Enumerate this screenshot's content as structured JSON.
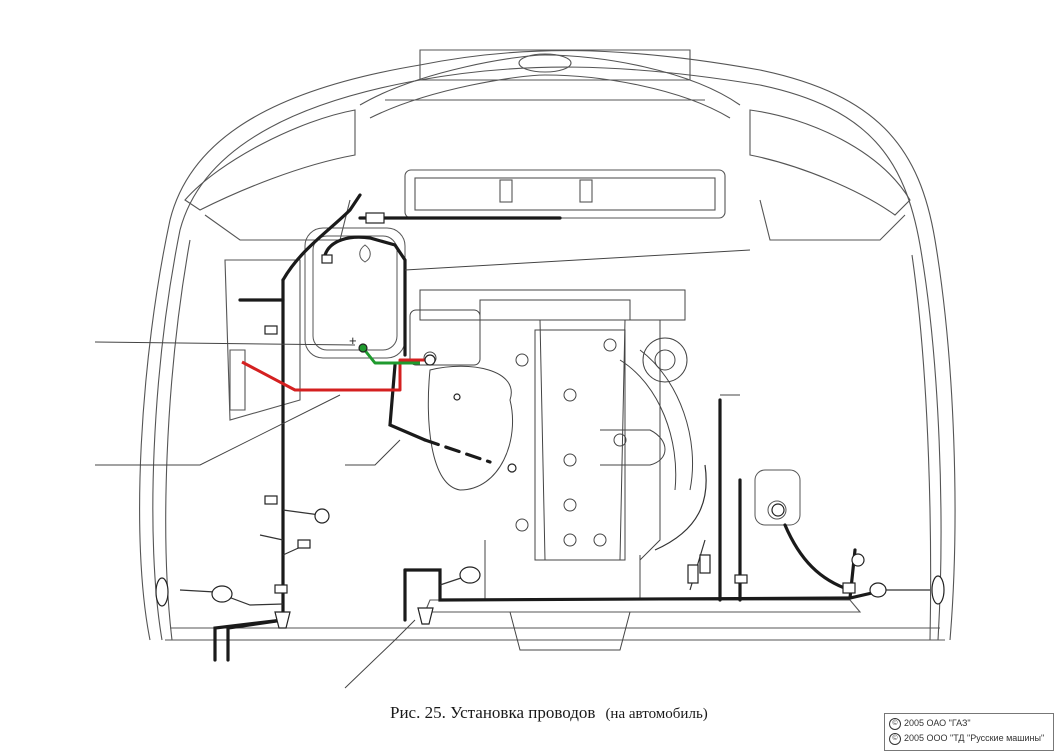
{
  "figure": {
    "caption_main": "Рис. 25. Установка проводов",
    "caption_sub": "(на автомобиль)"
  },
  "copyright": {
    "symbol": "©",
    "line1": "2005 ОАО \"ГАЗ\"",
    "line2": "2005 ООО \"ТД \"Русские машины\""
  },
  "diagram": {
    "highlight_colors": {
      "red_wire": "#d42020",
      "green_wire": "#1f9a2e",
      "harness": "#1a1a1a",
      "line_art": "#555555"
    },
    "terminal_plus_label": "+"
  }
}
